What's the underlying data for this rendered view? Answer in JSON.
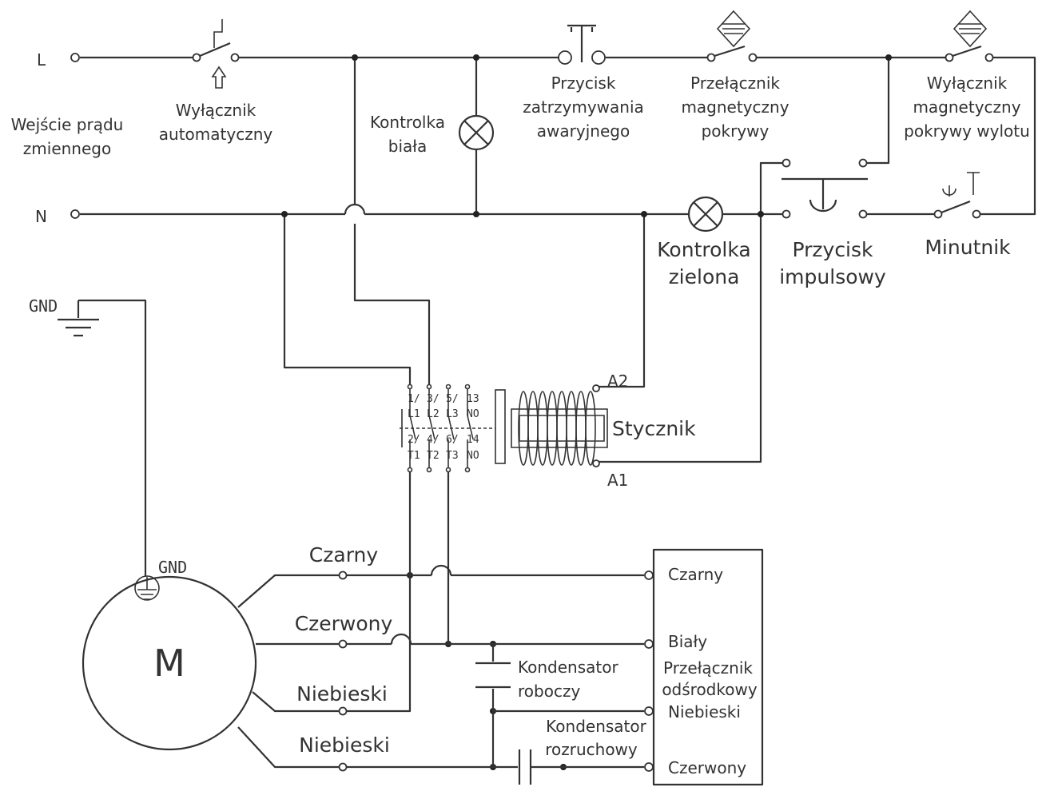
{
  "power": {
    "line_l": "L",
    "line_n": "N",
    "ac_input": [
      "Wejście prądu",
      "zmiennego"
    ]
  },
  "components": {
    "breaker": [
      "Wyłącznik",
      "automatyczny"
    ],
    "white_lamp": [
      "Kontrolka",
      "biała"
    ],
    "emergency_stop": [
      "Przycisk",
      "zatrzymywania",
      "awaryjnego"
    ],
    "cover_switch": [
      "Przełącznik",
      "magnetyczny",
      "pokrywy"
    ],
    "outlet_cover_switch": [
      "Wyłącznik",
      "magnetyczny",
      "pokrywy wylotu"
    ],
    "green_lamp": [
      "Kontrolka",
      "zielona"
    ],
    "jog_button": [
      "Przycisk",
      "impulsowy"
    ],
    "timer": [
      "Minutnik"
    ],
    "contactor": "Stycznik",
    "coil_a1": "A1",
    "coil_a2": "A2",
    "contact_top": [
      [
        "1/",
        "L1"
      ],
      [
        "3/",
        "L2"
      ],
      [
        "5/",
        "L3"
      ],
      [
        "13",
        "NO"
      ]
    ],
    "contact_bottom": [
      [
        "2/",
        "T1"
      ],
      [
        "4/",
        "T2"
      ],
      [
        "6/",
        "T3"
      ],
      [
        "14",
        "NO"
      ]
    ],
    "gnd_top": "GND",
    "gnd_motor": "GND",
    "motor": "M",
    "run_capacitor": [
      "Kondensator",
      "roboczy"
    ],
    "start_capacitor": [
      "Kondensator",
      "rozruchowy"
    ]
  },
  "motor_wires": {
    "black": "Czarny",
    "red": "Czerwony",
    "blue_1": "Niebieski",
    "blue_2": "Niebieski"
  },
  "switch_box": {
    "black": "Czarny",
    "white": "Biały",
    "title": [
      "Przełącznik",
      "odśrodkowy"
    ],
    "blue": "Niebieski",
    "red": "Czerwony"
  }
}
